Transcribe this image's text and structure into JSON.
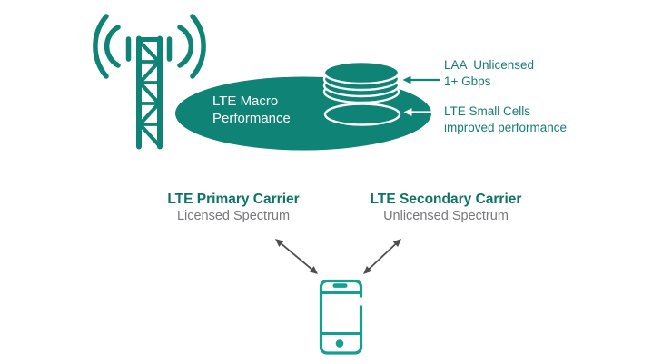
{
  "colors": {
    "background": "#FFFFFF",
    "white": "#FFFFFF",
    "teal": "#0E8376",
    "teal_light": "#14A090",
    "macro_text": "#FFFFFF",
    "callout_text": "#157F72",
    "carrier_title": "#0D7366",
    "carrier_subtitle": "#77787B",
    "arrow_gray": "#4D4D4F"
  },
  "macro": {
    "label": "LTE Macro\nPerformance"
  },
  "callouts": {
    "laa": {
      "label": "LAA  Unlicensed\n1+ Gbps"
    },
    "small_cells": {
      "label": "LTE Small Cells\nimproved performance"
    }
  },
  "carriers": {
    "primary": {
      "title": "LTE Primary Carrier",
      "subtitle": "Licensed Spectrum"
    },
    "secondary": {
      "title": "LTE Secondary Carrier",
      "subtitle": "Unlicensed Spectrum"
    }
  },
  "icons": {
    "tower": "cell-tower-icon",
    "radio_waves": "radio-waves-icon",
    "disc_stack": "laa-disc-stack-icon",
    "small_cells_ring": "small-cells-ellipse-icon",
    "callout_arrows": "left-arrow-icon",
    "carrier_links": "double-headed-arrow-icon",
    "phone": "smartphone-icon"
  }
}
